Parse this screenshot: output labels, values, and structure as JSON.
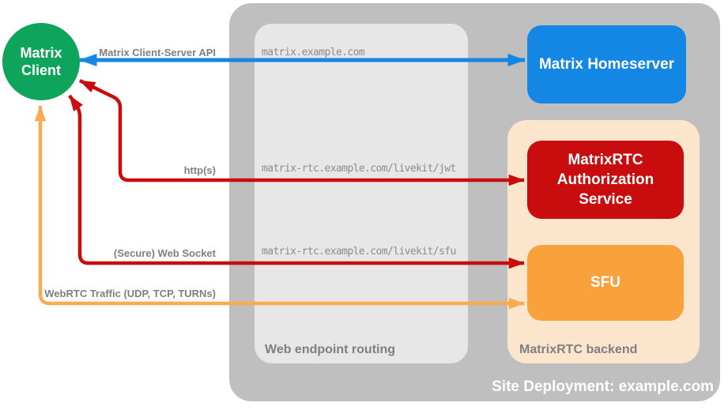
{
  "colors": {
    "green": "#0FA45C",
    "blue": "#1486E4",
    "red": "#C90D0E",
    "orange": "#F9A23C",
    "orange-light": "#F8AC4F",
    "peach": "#FBE5CC",
    "gray-outer": "#BFBFBF",
    "gray-inner": "#E7E7E7",
    "gray-text": "#7F7F7F",
    "url-text": "#8C8C8C"
  },
  "client": {
    "label": "Matrix Client"
  },
  "homeserver": {
    "label": "Matrix Homeserver"
  },
  "site": {
    "label": "Site Deployment: example.com"
  },
  "routing": {
    "label": "Web endpoint routing",
    "endpoints": [
      "matrix.example.com",
      "matrix-rtc.example.com/livekit/jwt",
      "matrix-rtc.example.com/livekit/sfu"
    ]
  },
  "backend": {
    "label": "MatrixRTC backend",
    "auth_service_label": "MatrixRTC Authorization Service",
    "sfu_label": "SFU"
  },
  "arrows": {
    "client_server_api": {
      "label": "Matrix Client-Server API",
      "color": "#1486E4",
      "bidirectional": true
    },
    "https": {
      "label": "http(s)",
      "color": "#C90D0E",
      "bidirectional": true
    },
    "websocket": {
      "label": "(Secure) Web Socket",
      "color": "#C90D0E",
      "bidirectional": true
    },
    "webrtc": {
      "label": "WebRTC Traffic (UDP, TCP, TURNs)",
      "color": "#F8AC4F",
      "bidirectional": true
    }
  }
}
